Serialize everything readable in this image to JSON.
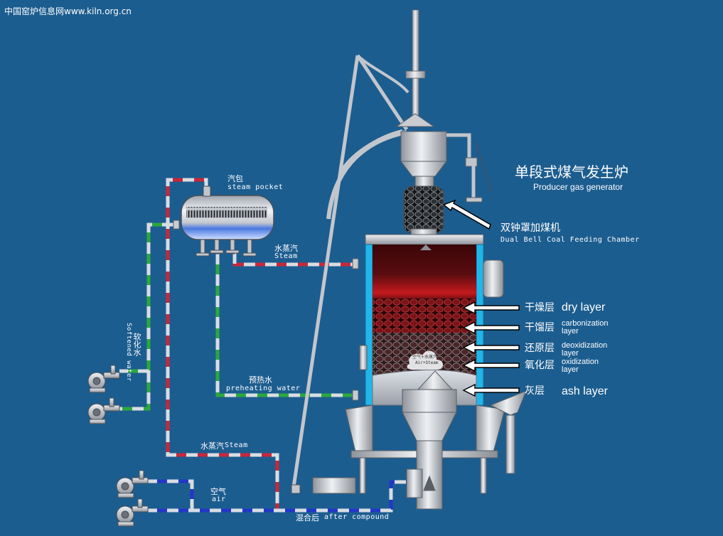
{
  "watermark": "中国窑炉信息网www.kiln.org.cn",
  "title": {
    "zh": "单段式煤气发生炉",
    "en": "Producer gas generator"
  },
  "feeder": {
    "zh": "双钟罩加煤机",
    "en": "Dual Bell Coal Feeding Chamber"
  },
  "steam_pocket": {
    "zh": "汽包",
    "en": "steam pocket"
  },
  "steam_top": {
    "zh": "水蒸汽",
    "en": "Steam"
  },
  "softened_water": {
    "zh": "软化水",
    "en": "Softened water"
  },
  "preheating_water": {
    "zh": "预热水",
    "en": "preheating water"
  },
  "steam_bottom": {
    "zh": "水蒸汽",
    "en": "Steam"
  },
  "air": {
    "zh": "空气",
    "en": "air"
  },
  "after_compound": {
    "zh": "混合后",
    "en": "after compound"
  },
  "air_steam_tag": {
    "zh": "空气+水蒸汽",
    "en": "Air+Steam"
  },
  "layers": [
    {
      "zh": "干燥层",
      "en": [
        "dry layer"
      ]
    },
    {
      "zh": "干馏层",
      "en": [
        "carbonization",
        "layer"
      ]
    },
    {
      "zh": "还原层",
      "en": [
        "deoxidization",
        "layer"
      ]
    },
    {
      "zh": "氧化层",
      "en": [
        "oxidization",
        "layer"
      ]
    },
    {
      "zh": "灰层",
      "en": [
        "ash layer"
      ]
    }
  ],
  "colors": {
    "background": "#1c5d8f",
    "steam_pipe": "#c8283a",
    "water_pipe": "#2ca83c",
    "air_pipe": "#2038c8",
    "pipe_stripe": "#d8dde4",
    "steel": "#c2c6cc",
    "water_jacket": "#21b6ea",
    "coal_bed": "#5a1012"
  }
}
